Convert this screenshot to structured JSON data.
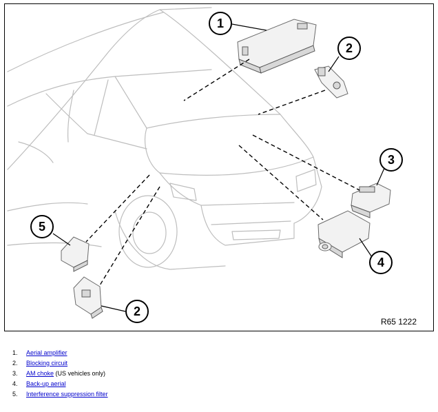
{
  "figure": {
    "reference_code": "R65 1222",
    "callouts": [
      "1",
      "2",
      "2",
      "3",
      "4",
      "5"
    ]
  },
  "legend": [
    {
      "num": "1.",
      "link": "Aerial amplifier",
      "note": ""
    },
    {
      "num": "2.",
      "link": "Blocking circuit",
      "note": ""
    },
    {
      "num": "3.",
      "link": "AM choke",
      "note": " (US vehicles only)"
    },
    {
      "num": "4.",
      "link": "Back-up aerial",
      "note": ""
    },
    {
      "num": "5.",
      "link": "Interference suppression filter",
      "note": ""
    }
  ],
  "colors": {
    "link": "#0000cc",
    "outline": "#bdbdbd",
    "frame": "#000000"
  }
}
